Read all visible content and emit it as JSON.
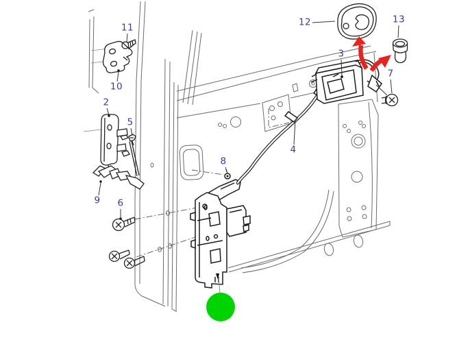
{
  "page": {
    "kind": "exploded-parts-diagram",
    "background": "#ffffff"
  },
  "callouts": {
    "c2": {
      "label": "2"
    },
    "c3": {
      "label": "3"
    },
    "c4": {
      "label": "4"
    },
    "c5": {
      "label": "5"
    },
    "c6": {
      "label": "6"
    },
    "c7": {
      "label": "7"
    },
    "c8": {
      "label": "8"
    },
    "c9": {
      "label": "9"
    },
    "c10": {
      "label": "10"
    },
    "c11": {
      "label": "11"
    },
    "c12": {
      "label": "12"
    },
    "c13": {
      "label": "13"
    }
  },
  "icons": {
    "red_arrow_to_12": "curved-arrow-up",
    "red_arrow_to_13": "curved-arrow-up-right",
    "green_marker": "filled-circle"
  },
  "colors": {
    "callout_text": "#3b3b9e",
    "frame_line": "#6a6a6a",
    "part_line": "#222222",
    "arrow_red": "#e6231e",
    "marker_green": "#00d400"
  }
}
